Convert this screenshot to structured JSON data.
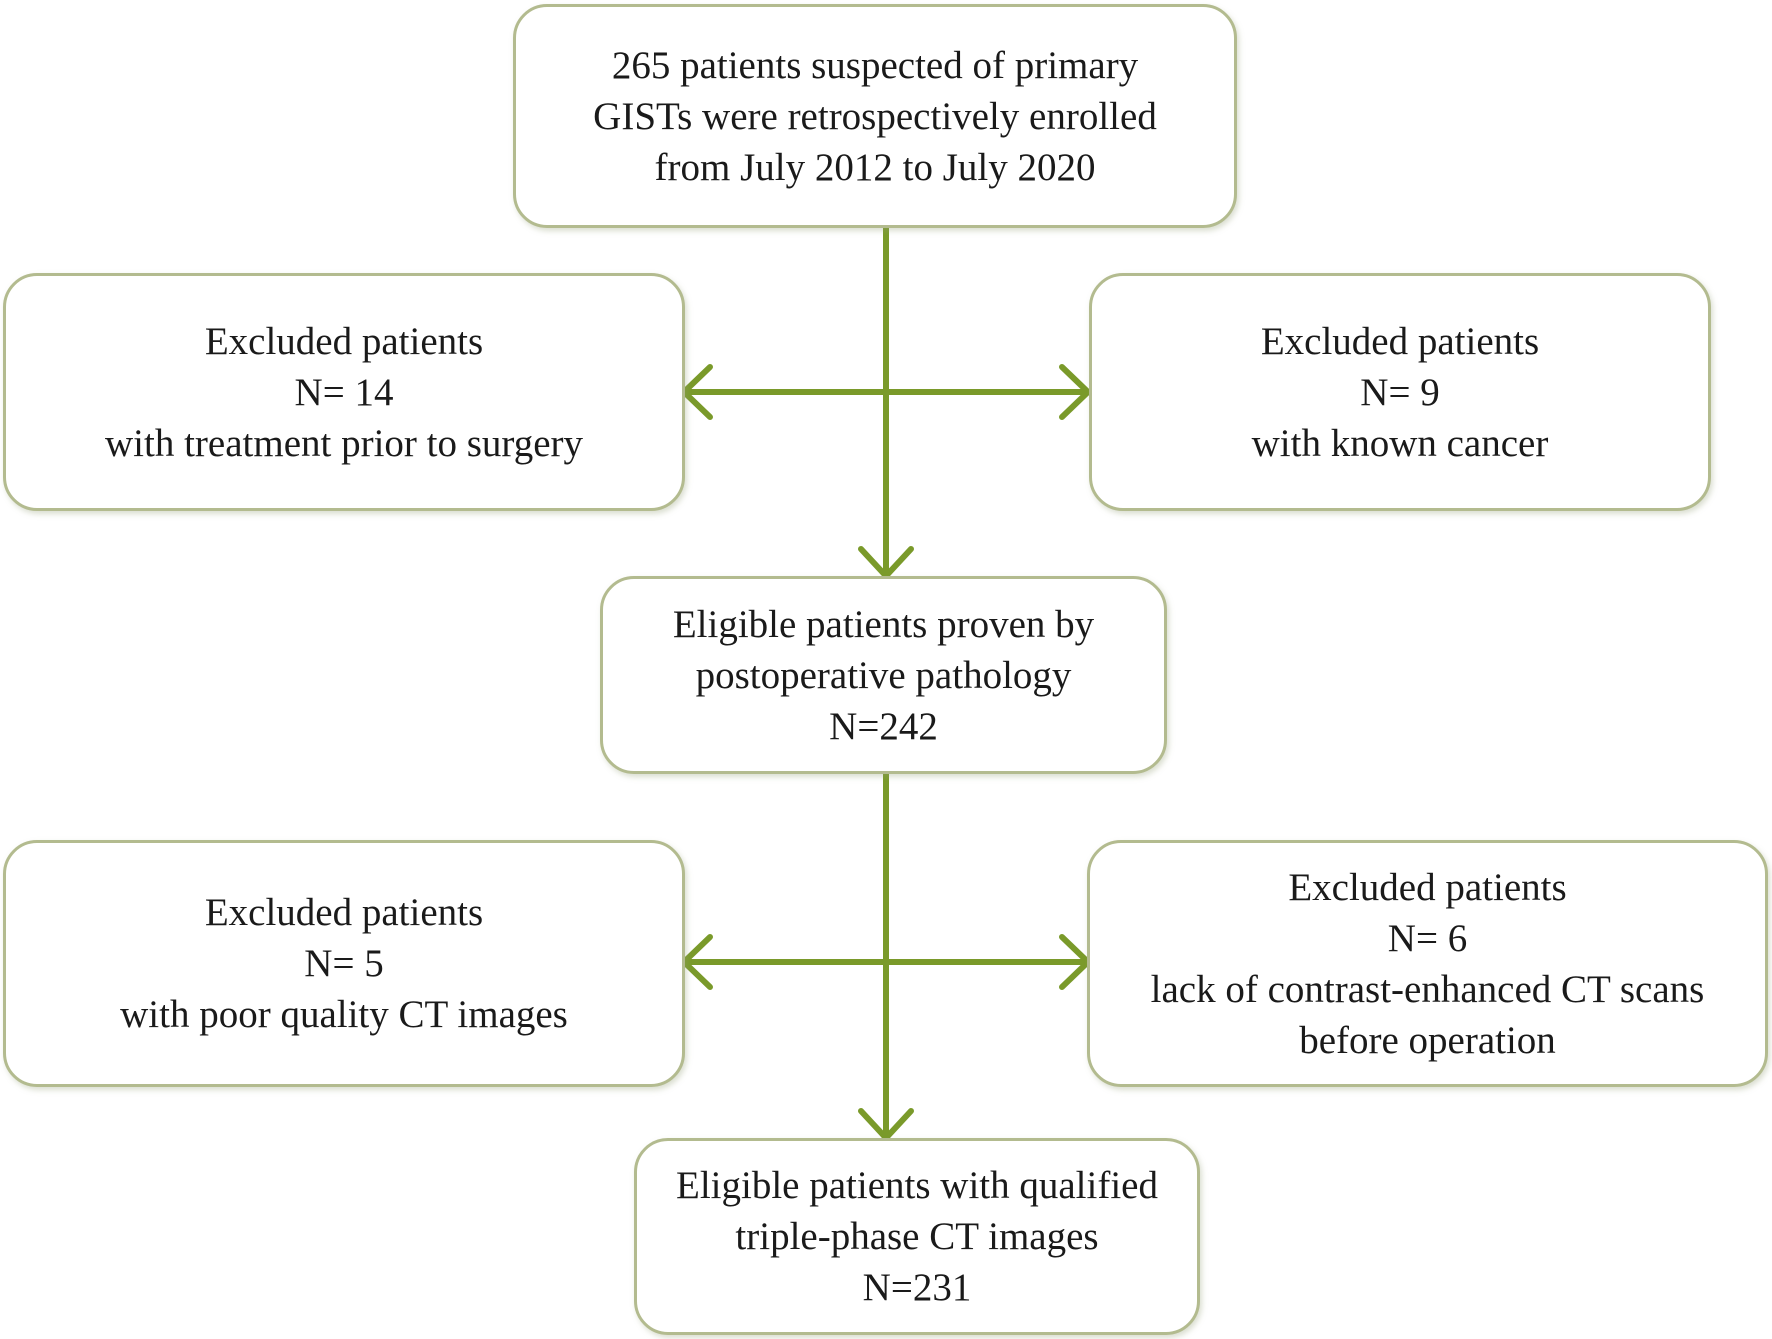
{
  "diagram": {
    "line_color": "#7a9a2a",
    "border_color": "#b3bb8f",
    "nodes": {
      "enrolled": {
        "lines": [
          "265 patients suspected of primary",
          "GISTs were retrospectively enrolled",
          "from  July 2012 to July 2020"
        ]
      },
      "excluded_treatment": {
        "lines": [
          "Excluded patients",
          "N= 14",
          "with treatment prior to surgery"
        ]
      },
      "excluded_cancer": {
        "lines": [
          "Excluded patients",
          "N= 9",
          "with known cancer"
        ]
      },
      "eligible_pathology": {
        "lines": [
          "Eligible patients proven by",
          "postoperative pathology",
          "N=242"
        ]
      },
      "excluded_quality": {
        "lines": [
          "Excluded patients",
          "N= 5",
          "with poor quality CT images"
        ]
      },
      "excluded_contrast": {
        "lines": [
          "Excluded patients",
          "N= 6",
          "lack of contrast-enhanced CT scans",
          "before operation"
        ]
      },
      "eligible_final": {
        "lines": [
          "Eligible patients with qualified",
          "triple-phase CT images",
          "N=231"
        ]
      }
    },
    "edges": [
      {
        "from": "enrolled",
        "to": "eligible_pathology"
      },
      {
        "from": "enrolled",
        "to": "excluded_treatment"
      },
      {
        "from": "enrolled",
        "to": "excluded_cancer"
      },
      {
        "from": "eligible_pathology",
        "to": "eligible_final"
      },
      {
        "from": "eligible_pathology",
        "to": "excluded_quality"
      },
      {
        "from": "eligible_pathology",
        "to": "excluded_contrast"
      }
    ]
  }
}
